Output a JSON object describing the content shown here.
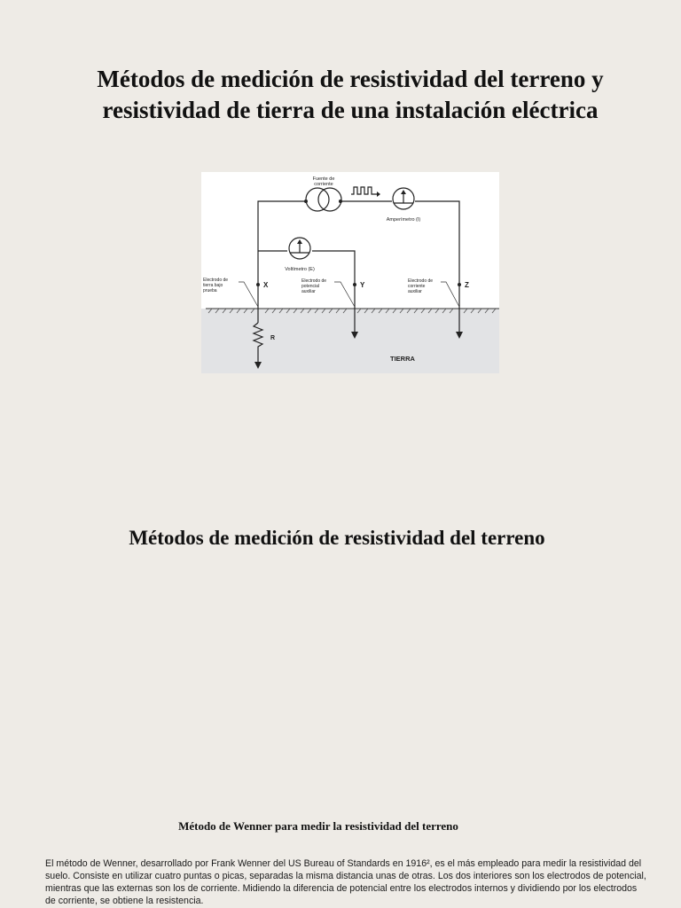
{
  "document": {
    "main_title": "Métodos de medición de resistividad del terreno y resistividad de tierra de una instalación eléctrica",
    "figure": {
      "labels": {
        "source": "Fuente de corriente",
        "source_line1": "Fuente de",
        "source_line2": "corriente",
        "ammeter": "Amperímetro (I)",
        "voltmeter": "Voltímetro (E)",
        "electrode_x_line1": "Electrodo de",
        "electrode_x_line2": "tierra bajo",
        "electrode_x_line3": "prueba",
        "electrode_y_line1": "Electrodo de",
        "electrode_y_line2": "potencial",
        "electrode_y_line3": "auxiliar",
        "electrode_z_line1": "Electrodo de",
        "electrode_z_line2": "corriente",
        "electrode_z_line3": "auxiliar",
        "point_x": "X",
        "point_y": "Y",
        "point_z": "Z",
        "resistor": "R",
        "ground": "TIERRA"
      },
      "colors": {
        "ground_fill": "#e2e3e5",
        "line": "#222222"
      }
    },
    "section_title": "Métodos de medición de resistividad del terreno",
    "subsection_title": "Método de Wenner para medir la resistividad del terreno",
    "body_paragraph": "El método de Wenner, desarrollado por Frank Wenner del US Bureau of Standards en 1916², es el más empleado para medir la resistividad del suelo. Consiste en utilizar cuatro puntas o picas, separadas la misma distancia unas de otras. Los dos interiores son los electrodos de potencial, mientras que las externas son los de corriente. Midiendo la diferencia de potencial entre los electrodos internos y dividiendo por los electrodos de corriente, se obtiene la resistencia."
  }
}
